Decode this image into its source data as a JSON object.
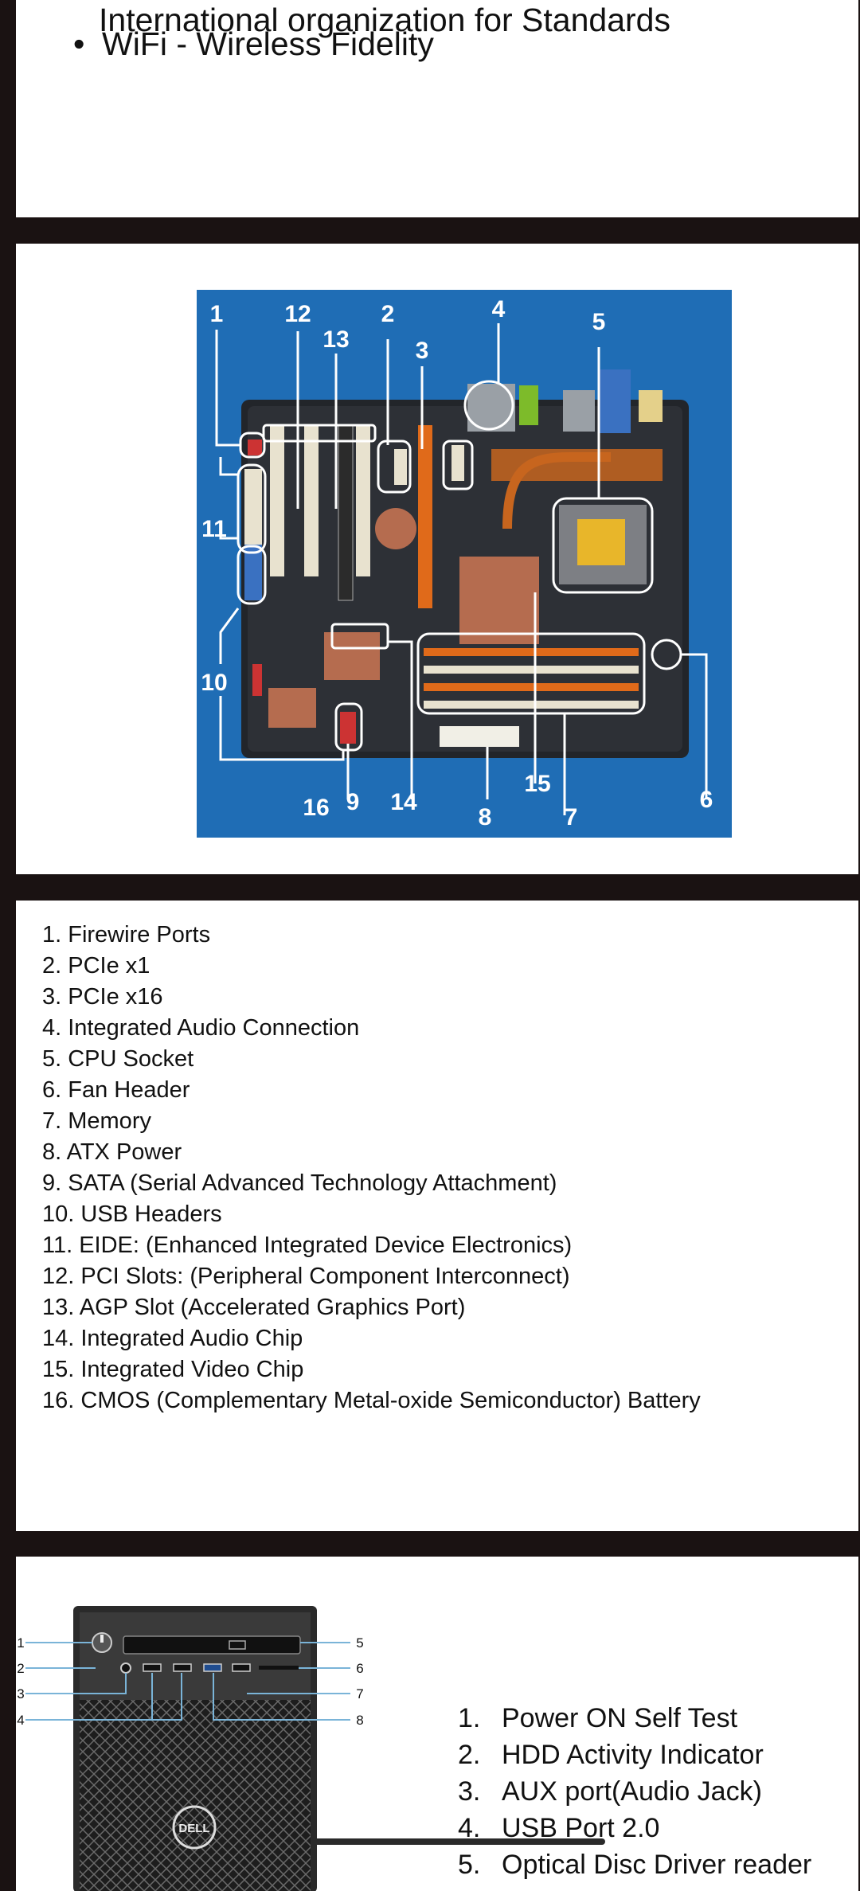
{
  "slide1": {
    "cut_line": "International organization for Standards",
    "bullet": "WiFi - Wireless Fidelity"
  },
  "motherboard": {
    "callouts": [
      "1",
      "12",
      "13",
      "2",
      "3",
      "4",
      "5",
      "11",
      "10",
      "16",
      "9",
      "14",
      "8",
      "15",
      "7",
      "6"
    ]
  },
  "components_list": [
    "1.  Firewire Ports",
    "2.  PCIe x1",
    "3.  PCIe x16",
    "4.  Integrated Audio Connection",
    "5.  CPU Socket",
    "6.  Fan Header",
    "7.  Memory",
    "8.  ATX Power",
    "9.  SATA (Serial Advanced Technology Attachment)",
    "10.  USB Headers",
    "11.  EIDE: (Enhanced Integrated Device Electronics)",
    "12.  PCI Slots: (Peripheral Component Interconnect)",
    "13.  AGP Slot (Accelerated Graphics Port)",
    "14.  Integrated Audio Chip",
    "15.  Integrated Video Chip",
    "16. CMOS (Complementary Metal-oxide Semiconductor) Battery"
  ],
  "front_panel": {
    "callouts_left": [
      "1",
      "2",
      "3",
      "4"
    ],
    "callouts_right": [
      "5",
      "6",
      "7",
      "8"
    ],
    "brand": "DELL",
    "items": [
      {
        "num": "1.",
        "label": "Power ON Self Test"
      },
      {
        "num": "2.",
        "label": "HDD Activity Indicator"
      },
      {
        "num": "3.",
        "label": "AUX port(Audio Jack)"
      },
      {
        "num": "4.",
        "label": "USB Port 2.0"
      },
      {
        "num": "5.",
        "label": "Optical Disc Driver reader"
      }
    ]
  }
}
